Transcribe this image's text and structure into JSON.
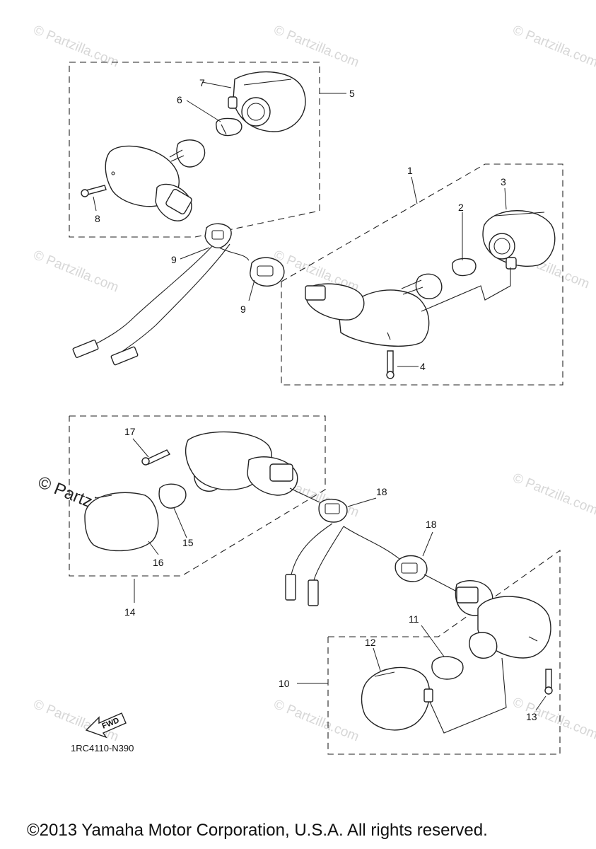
{
  "watermark": "© Partzilla.com",
  "diagram_code": "1RC4110-N390",
  "fwd_label": "FWD",
  "copyright": "©2013 Yamaha Motor Corporation, U.S.A. All rights reserved.",
  "callouts": {
    "c1": "1",
    "c2": "2",
    "c3": "3",
    "c4": "4",
    "c5": "5",
    "c6": "6",
    "c7": "7",
    "c8": "8",
    "c9a": "9",
    "c9b": "9",
    "c10": "10",
    "c11": "11",
    "c12": "12",
    "c13": "13",
    "c14": "14",
    "c15": "15",
    "c16": "16",
    "c17": "17",
    "c18a": "18",
    "c18b": "18"
  }
}
